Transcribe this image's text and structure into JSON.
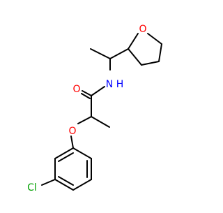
{
  "molecule": {
    "atoms": {
      "ring_oxygen": "O",
      "carbonyl_oxygen": "O",
      "amide_nitrogen": "N",
      "amide_hydrogen": "H",
      "ether_oxygen": "O",
      "chlorine": "Cl"
    },
    "colors": {
      "oxygen": "#ff0000",
      "nitrogen": "#0000ff",
      "chlorine": "#00a000",
      "bond": "#000000"
    }
  }
}
